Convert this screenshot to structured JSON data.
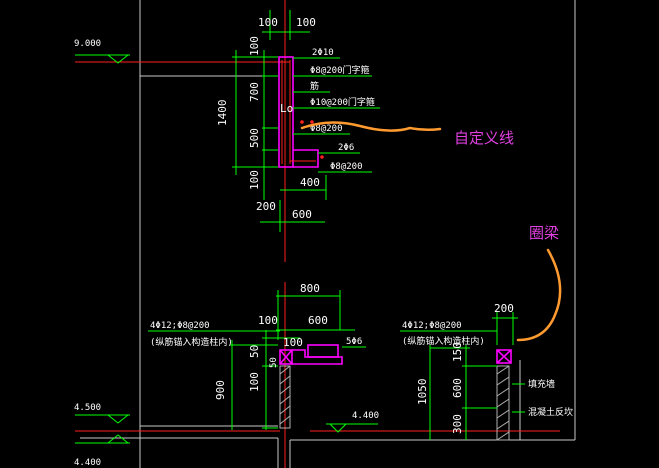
{
  "colors": {
    "background": "#000000",
    "dim": "#00ff00",
    "text": "#ffffff",
    "axis": "#ff2020",
    "member": "#ff00ff",
    "highlight": "#ff9a30",
    "annotation": "#e040e0",
    "outline": "#c8c8c8",
    "hatch": "#b0b0b0"
  },
  "upper_detail": {
    "dims_top": [
      "100",
      "100"
    ],
    "dims_left": [
      "100",
      "700",
      "500",
      "100"
    ],
    "dim_total": "1400",
    "rebar_labels": [
      "2Φ10",
      "Φ8@200门字箍",
      "筋",
      "Φ10@200门字箍",
      "Φ8@200",
      "2Φ6",
      "Φ8@200"
    ],
    "lo_label": "Lo",
    "dims_bottom": [
      "400",
      "200",
      "600"
    ]
  },
  "lower_left_detail": {
    "dim_top": "800",
    "dims_mid": [
      "100",
      "600"
    ],
    "rebar_note": "4Φ12;Φ8@200",
    "rebar_subnote": "(纵筋锚入构造柱内)",
    "dims_left": [
      "50",
      "100",
      "50",
      "900"
    ],
    "bar_label": "5Φ6",
    "level": "4.400"
  },
  "lower_right_detail": {
    "dim_top": "200",
    "rebar_note": "4Φ12;Φ8@200",
    "rebar_subnote": "(纵筋锚入构造柱内)",
    "dims_left": [
      "1050",
      "150",
      "600",
      "300"
    ],
    "wall_labels": [
      "填充墙",
      "混凝土反坎"
    ]
  },
  "levels": [
    "9.000",
    "4.500",
    "4.400"
  ],
  "annotations": {
    "custom_line": "自定义线",
    "ring_beam": "圈梁"
  }
}
